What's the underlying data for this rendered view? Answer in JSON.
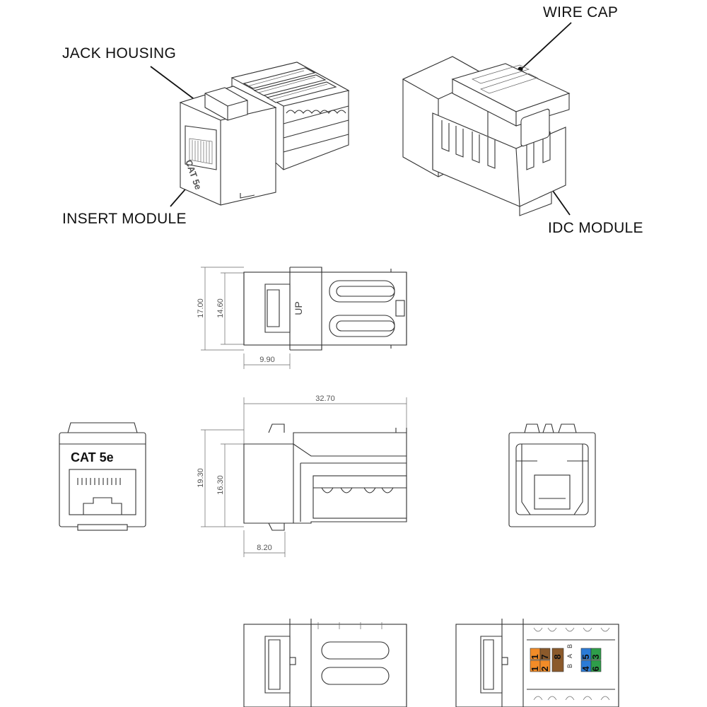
{
  "callouts": {
    "jack_housing": "JACK HOUSING",
    "insert_module": "INSERT MODULE",
    "wire_cap": "WIRE CAP",
    "idc_module": "IDC MODULE"
  },
  "top_view": {
    "dim_height_outer": "17.00",
    "dim_height_inner": "14.60",
    "dim_front_length": "9.90",
    "up_mark": "UP"
  },
  "front_view": {
    "marking": "CAT 5e"
  },
  "side_view": {
    "dim_total_length": "32.70",
    "dim_height_outer": "19.30",
    "dim_height_inner": "16.30",
    "dim_front_length": "8.20"
  },
  "iso_view": {
    "body_marking": "CAT 5e"
  },
  "wiring": {
    "scheme_labels": [
      "B",
      "A",
      "B"
    ],
    "pins_left_top": [
      {
        "num": "1",
        "color": "#f28c28"
      },
      {
        "num": "7",
        "color": "#8b5a2b"
      }
    ],
    "pins_left_bottom": [
      {
        "num": "1",
        "color": "#f28c28"
      },
      {
        "num": "2",
        "color": "#f28c28"
      }
    ],
    "pins_mid_top": [
      {
        "num": "8",
        "color": "#8b5a2b"
      }
    ],
    "pins_right_top": [
      {
        "num": "5",
        "color": "#2b7bd6"
      },
      {
        "num": "3",
        "color": "#2e9e4a"
      }
    ],
    "pins_right_bottom": [
      {
        "num": "4",
        "color": "#2b7bd6"
      },
      {
        "num": "6",
        "color": "#2e9e4a"
      }
    ]
  }
}
